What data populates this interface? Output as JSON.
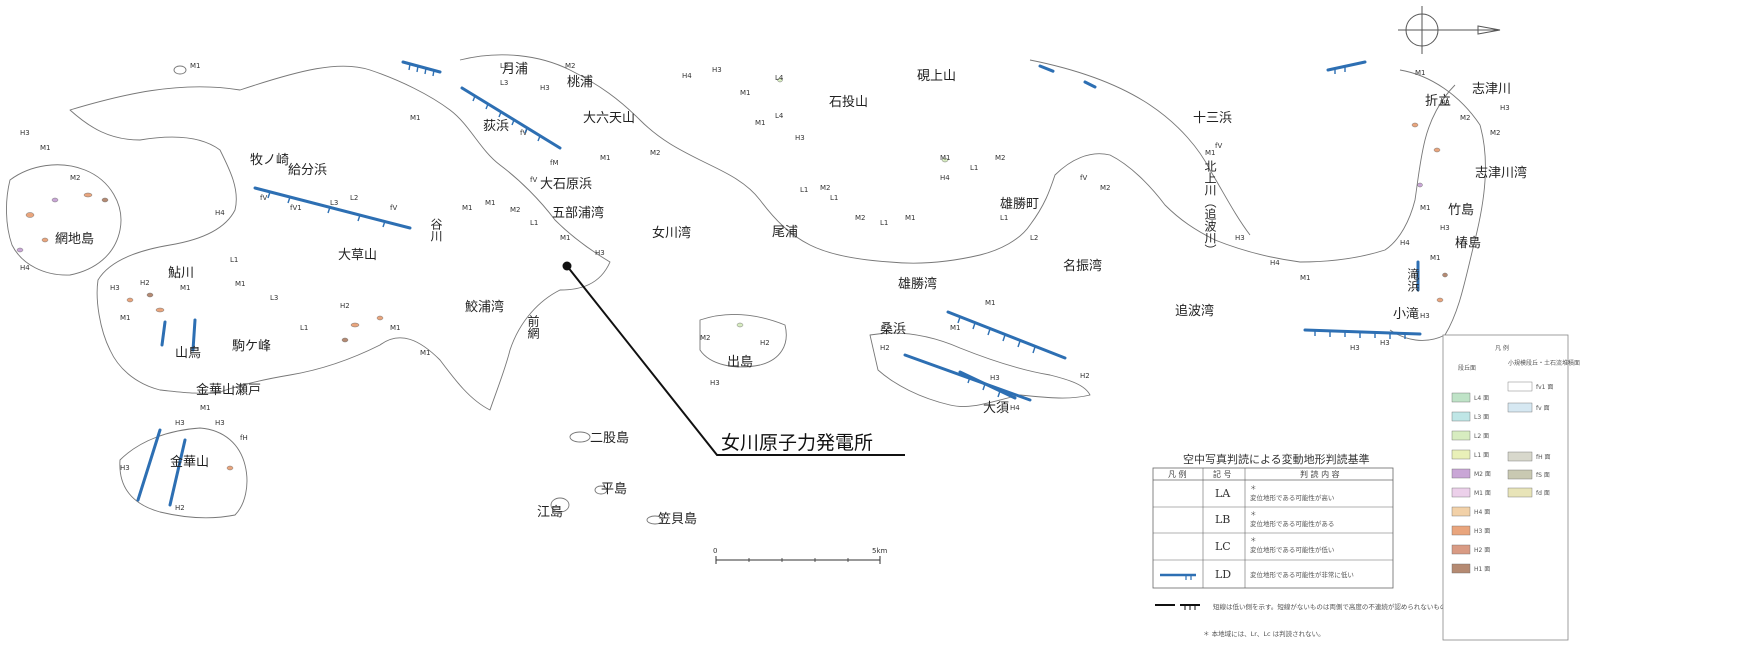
{
  "places": {
    "tsukiura": "月浦",
    "momonoura": "桃浦",
    "oginohama": "荻浜",
    "ohroku": "大六天山",
    "ohishihara": "大石原浜",
    "gobu": "五部浦湾",
    "maki": "牧ノ崎",
    "kyubun": "給分浜",
    "taniga": "谷川",
    "ohharayama": "大草山",
    "ayukawa": "鮎川",
    "yamadori": "山鳥",
    "komagamine": "駒ケ峰",
    "kinkazan_seto": "金華山瀬戸",
    "kinkazan": "金華山",
    "amiji": "網地島",
    "samenoura": "鮫浦湾",
    "maeami": "前網",
    "onagawa_bay": "女川湾",
    "oura": "尾浦",
    "izushima": "出島",
    "futamatajima": "二股島",
    "tairashima": "平島",
    "enoshima": "江島",
    "kasagaijima": "笠貝島",
    "ishinageyama": "石投山",
    "suzuriage": "硯上山",
    "ogatsu_town": "雄勝町",
    "ogatsu_bay": "雄勝湾",
    "nabuli": "名振湾",
    "kuwahama": "桑浜",
    "osu": "大須",
    "jusanhama": "十三浜",
    "kitakami": "北上川（追波川）",
    "oppa": "追波湾",
    "shizugawa": "志津川",
    "orotate": "折立",
    "shizugawa_bay": "志津川湾",
    "takejima": "竹島",
    "tsubakijima": "椿島",
    "takihama": "滝浜",
    "kotaki": "小滝"
  },
  "callout": {
    "label": "女川原子力発電所"
  },
  "criteria": {
    "title": "空中写真判読による変動地形判読基準",
    "headers": [
      "凡 例",
      "記 号",
      "判 読 内 容"
    ],
    "rows": [
      {
        "symbol": "LA",
        "star": "＊",
        "desc": "変位地形である可能性が高い"
      },
      {
        "symbol": "LB",
        "star": "＊",
        "desc": "変位地形である可能性がある"
      },
      {
        "symbol": "LC",
        "star": "＊",
        "desc": "変位地形である可能性が低い"
      },
      {
        "symbol": "LD",
        "star": "",
        "desc": "変位地形である可能性が非常に低い"
      }
    ],
    "note_line": "短線は低い側を示す。短線がないものは両側で高度の不連続が認められないもの。",
    "note_star": "＊ 本地域には、Lr、Lc は判読されない。"
  },
  "legend": {
    "title": "凡 例",
    "col1_head": "段丘面",
    "col2_head": "小規模段丘・土石流堆積面",
    "items_left": [
      "L4 面",
      "L3 面",
      "L2 面",
      "L1 面",
      "M2 面",
      "M1 面",
      "H4 面",
      "H3 面",
      "H2 面",
      "H1 面"
    ],
    "items_right": [
      "fv1 面",
      "fv 面",
      "fH 面",
      "fS 面",
      "fd 面"
    ],
    "colors": {
      "L4": "#bfe3c7",
      "L3": "#bfe6e6",
      "L2": "#d7ecc0",
      "L1": "#e9f0b8",
      "M2": "#c9a6d6",
      "M1": "#ecd0ea",
      "H4": "#f2d1a8",
      "H3": "#e9a57d",
      "H2": "#d99b84",
      "H1": "#b58a72",
      "fv": "#d6e8f2",
      "fH": "#d8d8cc",
      "fS": "#c9c9b2",
      "fd": "#e8e4b8"
    }
  },
  "scale": {
    "start": "0",
    "end": "5km"
  },
  "colors": {
    "lineament": "#2d6fb3",
    "coast": "#777777"
  }
}
